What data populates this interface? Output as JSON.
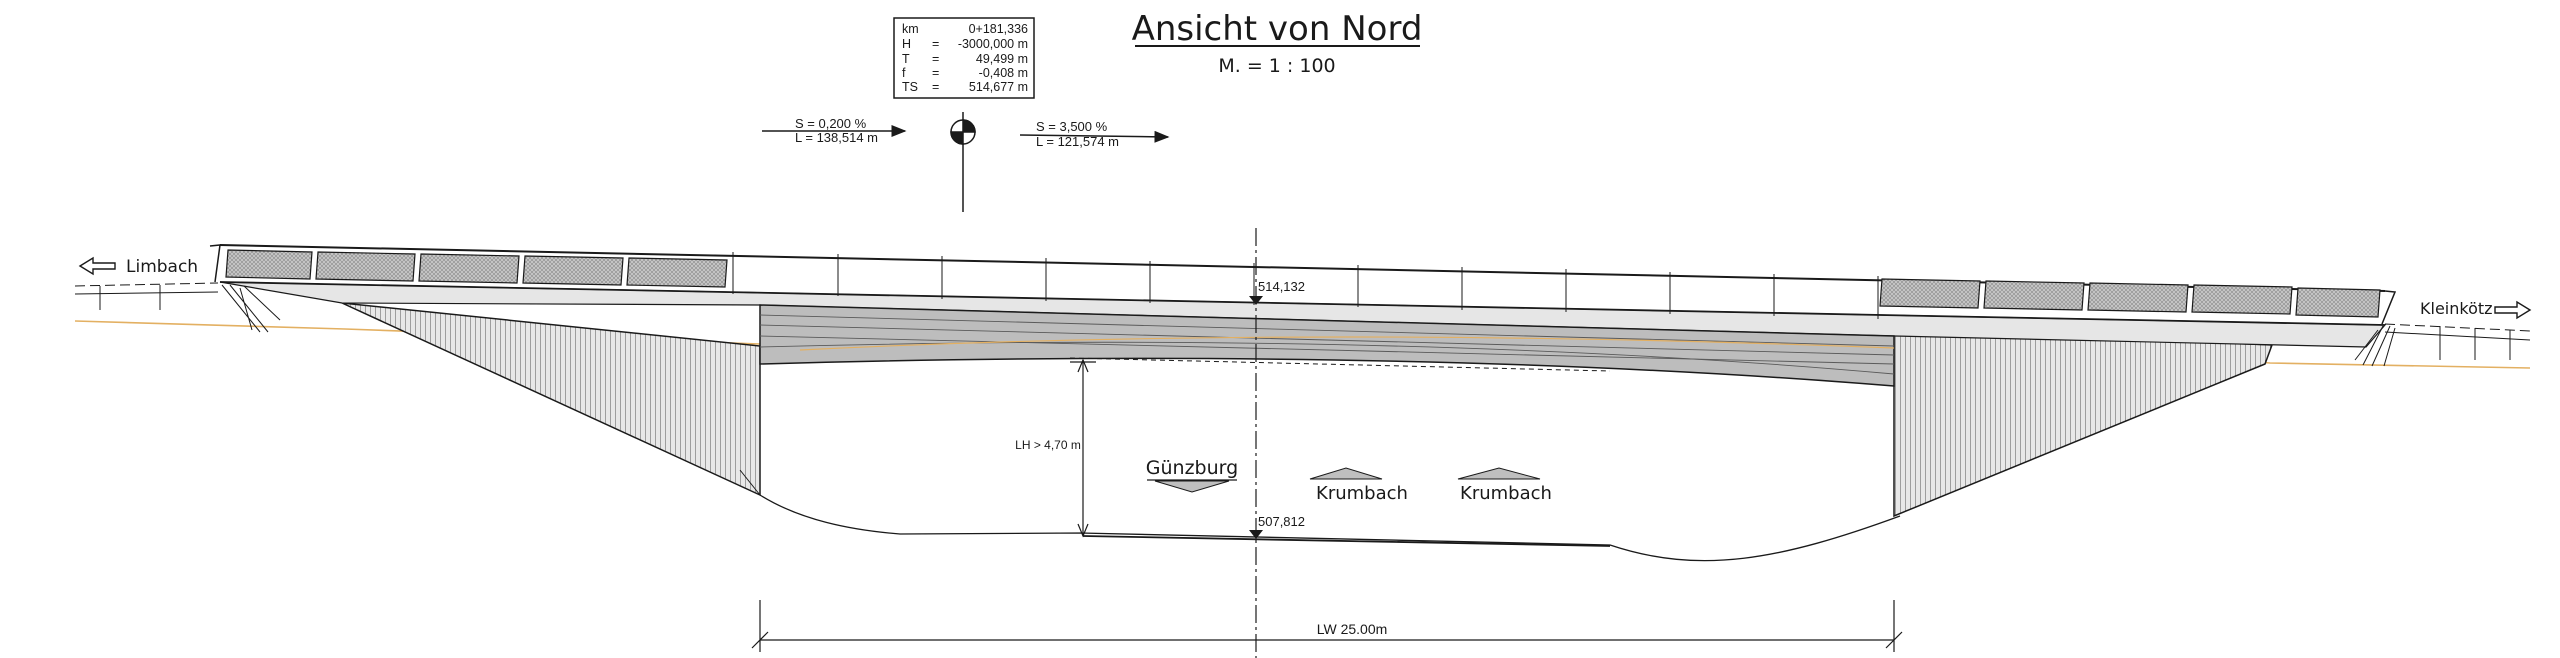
{
  "title": "Ansicht von Nord",
  "scale": "M. =  1 : 100",
  "alignment_box": {
    "rows": [
      {
        "key": "km",
        "eq": "",
        "val": "0+181,336"
      },
      {
        "key": "H",
        "eq": "=",
        "val": "-3000,000 m"
      },
      {
        "key": "T",
        "eq": "=",
        "val": "49,499 m"
      },
      {
        "key": "f",
        "eq": "=",
        "val": "-0,408 m"
      },
      {
        "key": "TS",
        "eq": "=",
        "val": "514,677 m"
      }
    ]
  },
  "gradient_left": {
    "s": "S = 0,200 %",
    "l": "L = 138,514 m"
  },
  "gradient_right": {
    "s": "S = 3,500 %",
    "l": "L = 121,574 m"
  },
  "directions": {
    "left": "Limbach",
    "right": "Kleinkötz"
  },
  "elevations": {
    "deck": "514,132",
    "ground": "507,812"
  },
  "clearance": "LH > 4,70 m",
  "span": "LW  25.00m",
  "traffic": {
    "a": "Günzburg",
    "b": "Krumbach",
    "c": "Krumbach"
  },
  "colors": {
    "line": "#1a1a1a",
    "hatch": "#7a7a7a",
    "terrain": "#e3b062",
    "infill": "#d9d9d9"
  }
}
